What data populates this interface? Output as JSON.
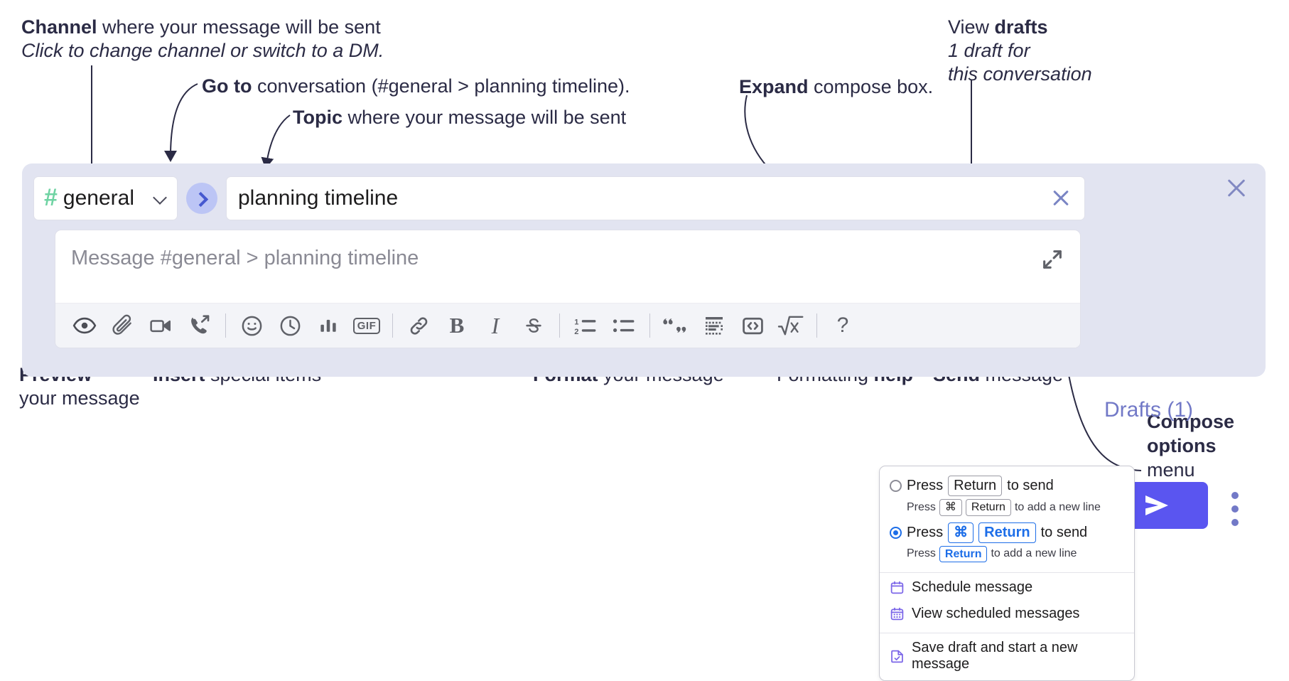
{
  "annotations": {
    "channel_title": "Channel",
    "channel_rest": " where your message will be sent",
    "channel_sub": "Click to change channel or switch to a DM.",
    "goto_title": "Go to",
    "goto_rest": " conversation (#general > planning timeline).",
    "topic_title": "Topic",
    "topic_rest": " where your message will be sent",
    "expand_title": "Expand",
    "expand_rest": " compose box.",
    "drafts_title_pre": "View ",
    "drafts_title": "drafts",
    "drafts_sub_1": "1 draft for",
    "drafts_sub_2": "this conversation",
    "preview_title": "Preview",
    "preview_sub": "your message",
    "insert_title": "Insert",
    "insert_rest": " special items",
    "format_title": "Format",
    "format_rest": " your message",
    "help_pre": "Formatting ",
    "help_title": "help",
    "send_title": "Send",
    "send_rest": " message",
    "compose_opts_1": "Compose",
    "compose_opts_2": "options",
    "compose_opts_3": "menu"
  },
  "compose": {
    "channel": {
      "name": "general",
      "hash": "#",
      "hash_color": "#6fd3a3",
      "chevron_icon": "chevron-down-icon"
    },
    "goto_icon": "chevron-right-icon",
    "topic": {
      "value": "planning timeline",
      "clear_icon": "close-icon"
    },
    "message": {
      "placeholder": "Message #general > planning timeline",
      "expand_icon": "expand-icon"
    },
    "toolbar": [
      {
        "name": "preview-icon",
        "label": ""
      },
      {
        "name": "attachment-icon",
        "label": ""
      },
      {
        "name": "video-icon",
        "label": ""
      },
      {
        "name": "call-forward-icon",
        "label": ""
      },
      {
        "name": "separator",
        "label": ""
      },
      {
        "name": "emoji-icon",
        "label": ""
      },
      {
        "name": "clock-icon",
        "label": ""
      },
      {
        "name": "poll-icon",
        "label": ""
      },
      {
        "name": "gif-icon",
        "label": "GIF"
      },
      {
        "name": "separator",
        "label": ""
      },
      {
        "name": "link-icon",
        "label": ""
      },
      {
        "name": "bold-icon",
        "label": "B"
      },
      {
        "name": "italic-icon",
        "label": "I"
      },
      {
        "name": "strikethrough-icon",
        "label": "S"
      },
      {
        "name": "separator",
        "label": ""
      },
      {
        "name": "ordered-list-icon",
        "label": ""
      },
      {
        "name": "bulleted-list-icon",
        "label": ""
      },
      {
        "name": "separator",
        "label": ""
      },
      {
        "name": "blockquote-icon",
        "label": ""
      },
      {
        "name": "code-block-icon",
        "label": ""
      },
      {
        "name": "inline-code-icon",
        "label": ""
      },
      {
        "name": "math-icon",
        "label": ""
      },
      {
        "name": "separator",
        "label": ""
      },
      {
        "name": "help-icon",
        "label": "?"
      }
    ],
    "drafts_label": "Drafts (1)",
    "send_icon": "send-icon",
    "kebab_icon": "more-options-icon",
    "close_icon": "close-icon",
    "accent_color": "#5a55f0",
    "panel_bg": "#e2e4f1"
  },
  "compose_menu": {
    "option_1": {
      "selected": false,
      "pre": "Press",
      "key": "Return",
      "post": "to send",
      "sub_pre": "Press",
      "sub_key_1": "⌘",
      "sub_key_2": "Return",
      "sub_post": "to add a new line"
    },
    "option_2": {
      "selected": true,
      "pre": "Press",
      "key_1": "⌘",
      "key_2": "Return",
      "post": "to send",
      "sub_pre": "Press",
      "sub_key": "Return",
      "sub_post": "to add a new line"
    },
    "items": [
      {
        "icon": "calendar-icon",
        "label": "Schedule message"
      },
      {
        "icon": "calendar-grid-icon",
        "label": "View scheduled messages"
      },
      {
        "icon": "save-draft-icon",
        "label": "Save draft and start a new message"
      }
    ]
  }
}
